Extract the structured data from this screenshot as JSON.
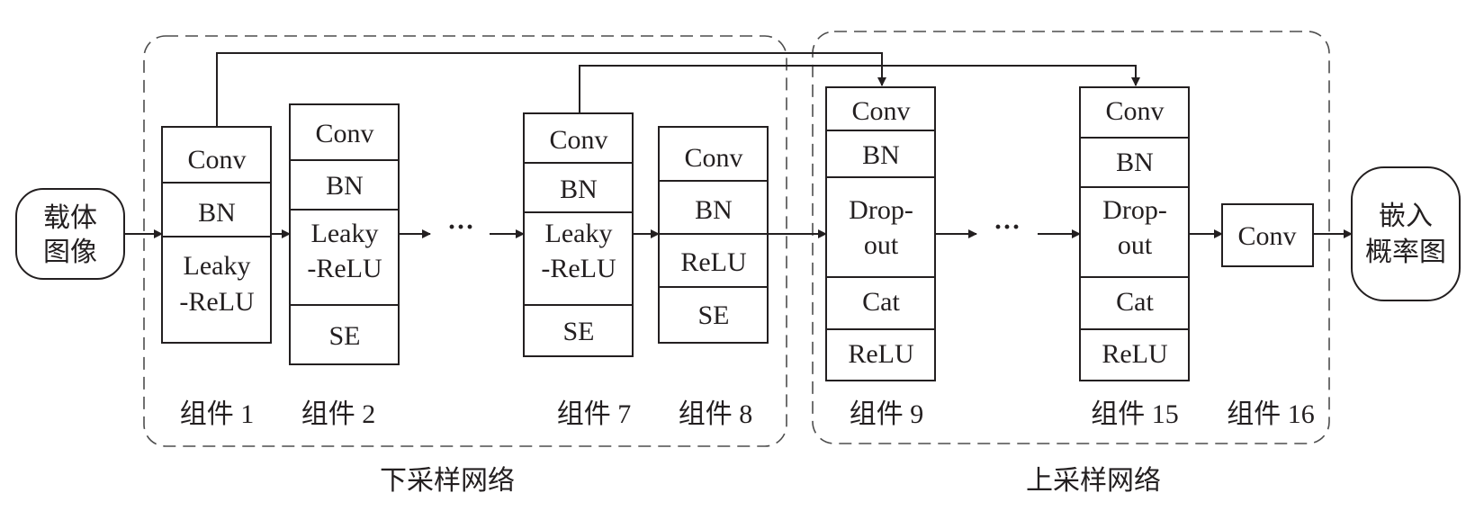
{
  "input_node": {
    "line1": "载体",
    "line2": "图像"
  },
  "output_node": {
    "line1": "嵌入",
    "line2": "概率图"
  },
  "ellipsis": "···",
  "components": [
    {
      "label": "组件 1",
      "cells": [
        "Conv",
        "BN",
        "Leaky",
        "-ReLU"
      ]
    },
    {
      "label": "组件 2",
      "cells": [
        "Conv",
        "BN",
        "Leaky",
        "-ReLU",
        "SE"
      ]
    },
    {
      "label": "组件 7",
      "cells": [
        "Conv",
        "BN",
        "Leaky",
        "-ReLU",
        "SE"
      ]
    },
    {
      "label": "组件 8",
      "cells": [
        "Conv",
        "BN",
        "ReLU",
        "SE"
      ]
    },
    {
      "label": "组件 9",
      "cells": [
        "Conv",
        "BN",
        "Drop-",
        "out",
        "Cat",
        "ReLU"
      ]
    },
    {
      "label": "组件 15",
      "cells": [
        "Conv",
        "BN",
        "Drop-",
        "out",
        "Cat",
        "ReLU"
      ]
    },
    {
      "label": "组件 16",
      "cells": [
        "Conv"
      ]
    }
  ],
  "groups": {
    "downsample": "下采样网络",
    "upsample": "上采样网络"
  }
}
